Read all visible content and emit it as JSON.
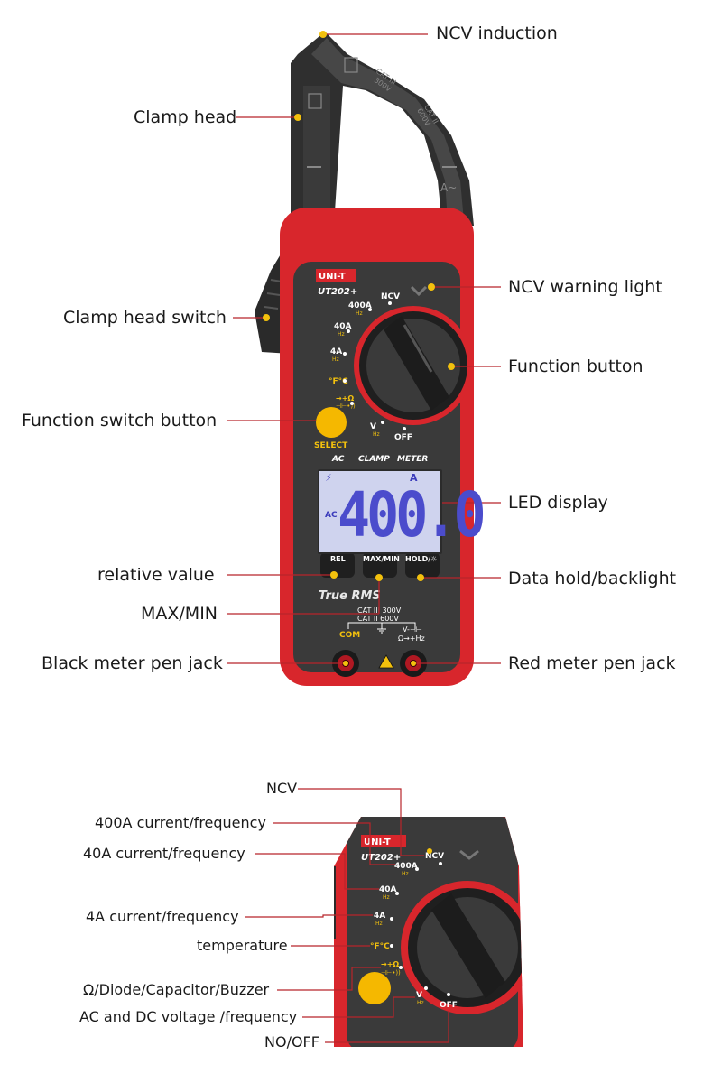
{
  "top_labels": {
    "ncv_induction": "NCV induction",
    "clamp_head": "Clamp head",
    "ncv_warning_light": "NCV warning light",
    "clamp_head_switch": "Clamp head switch",
    "function_button": "Function button",
    "function_switch_button": "Function switch button",
    "led_display": "LED display",
    "relative_value": "relative value",
    "data_hold_backlight": "Data hold/backlight",
    "max_min": "MAX/MIN",
    "black_pen_jack": "Black meter pen jack",
    "red_pen_jack": "Red meter pen jack"
  },
  "bottom_labels": {
    "ncv": "NCV",
    "a400": "400A current/frequency",
    "a40": "40A current/frequency",
    "a4": "4A current/frequency",
    "temperature": "temperature",
    "ohm_diode": "Ω/Diode/Capacitor/Buzzer",
    "ac_dc_voltage": "AC and DC voltage /frequency",
    "no_off": "NO/OFF"
  },
  "device": {
    "brand": "UNI-T",
    "model": "UT202+",
    "dial_ncv": "NCV",
    "dial_400a": "400A",
    "dial_40a": "40A",
    "dial_4a": "4A",
    "dial_hz": "Hz",
    "dial_temp": "°F°C",
    "dial_ohm": "→+Ω",
    "dial_cap": "⊣⊢•))",
    "dial_v": "V",
    "dial_off": "OFF",
    "select": "SELECT",
    "ac": "AC",
    "clamp": "CLAMP",
    "meter": "METER",
    "lcd_value": "400.0",
    "lcd_unit": "A",
    "lcd_ac": "AC",
    "btn_rel": "REL",
    "btn_maxmin": "MAX/MIN",
    "btn_hold": "HOLD/☼",
    "true_rms": "True RMS",
    "cat1": "CAT III 300V",
    "cat2": "CAT II 600V",
    "com": "COM",
    "jack_v": "V-⊣⊢",
    "jack_ohm": "Ω→+Hz",
    "clamp_cat1": "CAT III",
    "clamp_cat1v": "300V",
    "clamp_cat2": "CAT II",
    "clamp_cat2v": "600V",
    "clamp_a": "A~"
  },
  "colors": {
    "body_red": "#d8262c",
    "panel_gray": "#3a3a3a",
    "dial_dark": "#2a2a2a",
    "leader_line": "#b8252b",
    "yellow_dot": "#f3c10d",
    "select_button": "#f5b800"
  },
  "icons": [
    "warning-triangle-icon",
    "ground-icon",
    "lightning-icon"
  ]
}
